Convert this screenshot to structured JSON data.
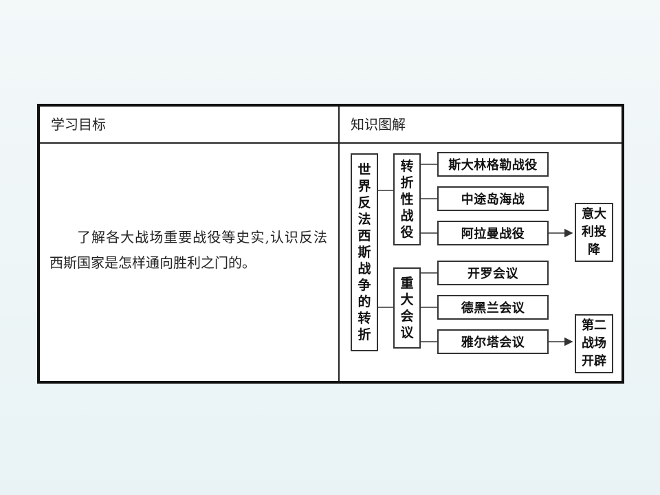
{
  "table": {
    "header_left": "学习目标",
    "header_right": "知识图解",
    "objective": "了解各大战场重要战役等史实,认识反法西斯国家是怎样通向胜利之门的。"
  },
  "diagram": {
    "root": "世界反法西斯战争的转折",
    "group1": {
      "title": "转折性战役",
      "items": [
        "斯大林格勒战役",
        "中途岛海战",
        "阿拉曼战役"
      ],
      "result": "意大利投降"
    },
    "group2": {
      "title": "重大会议",
      "items": [
        "开罗会议",
        "德黑兰会议",
        "雅尔塔会议"
      ],
      "result": "第二战场开辟"
    }
  }
}
